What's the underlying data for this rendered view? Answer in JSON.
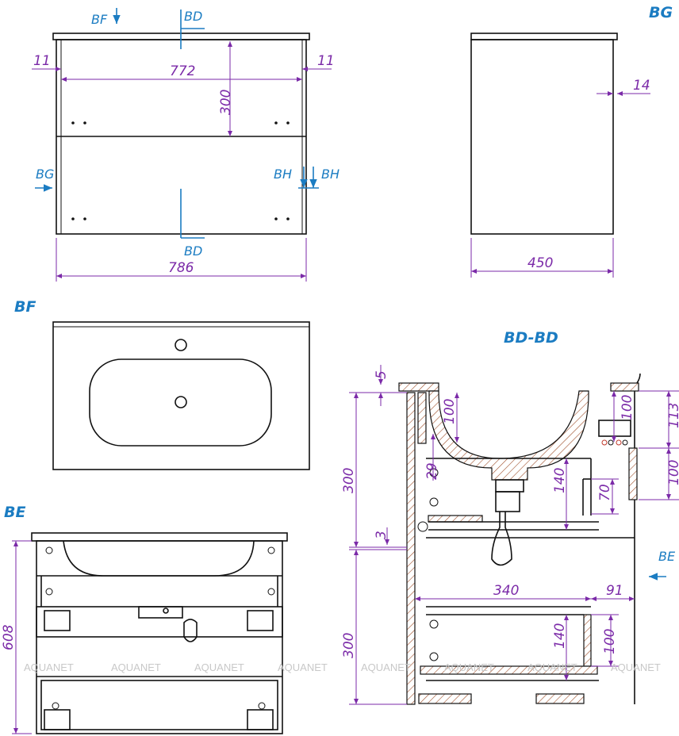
{
  "views": {
    "front": {
      "section_bd_top": "BD",
      "section_bd_bottom": "BD",
      "view_bf": "BF",
      "view_bg": "BG",
      "view_bh_left": "BH",
      "view_bh_right": "BH",
      "dim_width_outer": "786",
      "dim_width_inner": "772",
      "dim_side_left": "11",
      "dim_side_right": "11",
      "dim_drawer_height": "300"
    },
    "side": {
      "title": "BG",
      "dim_depth": "450",
      "dim_front": "14"
    },
    "top": {
      "title": "BF"
    },
    "rear": {
      "title": "BE",
      "dim_height": "608"
    },
    "section": {
      "title": "BD-BD",
      "view_be": "BE",
      "dim_top_offset": "5",
      "dim_upper_drawer": "300",
      "dim_gap": "3",
      "dim_lower_drawer": "300",
      "dim_basin_depth": "100",
      "dim_29": "29",
      "dim_siphon_140": "140",
      "dim_siphon_70": "70",
      "dim_rear_100": "100",
      "dim_rear_113": "113",
      "dim_rear_panel_100": "100",
      "dim_drawer_depth": "340",
      "dim_rear_gap": "91",
      "dim_lower_140": "140",
      "dim_lower_100": "100"
    }
  },
  "watermark": "AQUANET",
  "colors": {
    "dimension": "#7b2aa8",
    "label": "#1b7cc2",
    "hatch": "#a0522d"
  }
}
